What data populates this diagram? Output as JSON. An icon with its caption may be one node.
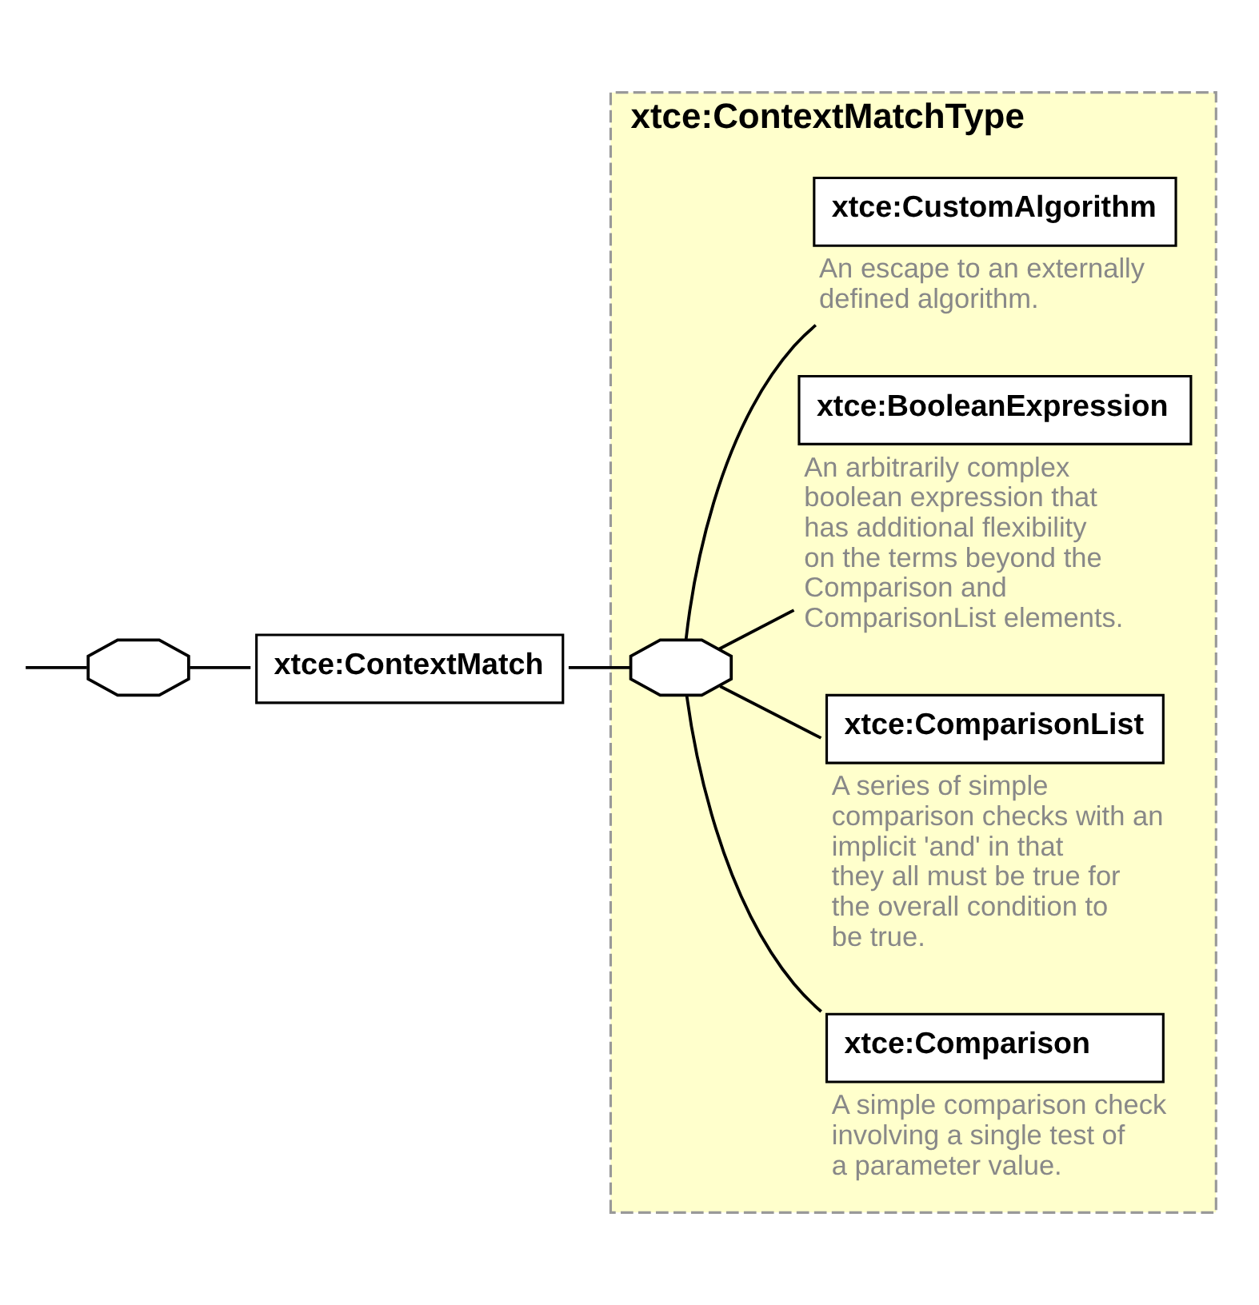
{
  "diagram": {
    "nodes": [
      {
        "text": [],
        "shape": "octagon"
      },
      {
        "text": [
          "xtce:ContextMatch"
        ]
      },
      {
        "text": [
          "xtce:ContextMatchType"
        ]
      },
      {
        "text": [],
        "shape": "octagon",
        "in": 2
      },
      {
        "text": [
          "xtce:Comparison"
        ],
        "in": 2,
        "beside": [
          "A simple comparison check involving a single test of a parameter value."
        ]
      },
      {
        "text": [
          "xtce:ComparisonList"
        ],
        "in": 2,
        "beside": [
          "A series of simple comparison checks with an implicit 'and' in that they all must be true for the overall condition to be true."
        ]
      },
      {
        "text": [
          "xtce:BooleanExpression"
        ],
        "in": 2,
        "beside": [
          "An arbitrarily complex boolean expression that has additional flexibility on the terms beyond the Comparison and ComparisonList elements."
        ]
      },
      {
        "text": [
          "xtce:CustomAlgorithm"
        ],
        "in": 2,
        "beside": [
          "An escape to an externally defined algorithm."
        ]
      }
    ],
    "edges": [
      {
        "from": null,
        "to": 0,
        "arrow": "none"
      },
      {
        "from": 0,
        "to": 1,
        "arrow": "none"
      },
      {
        "from": 1,
        "to": 3,
        "arrow": "none"
      },
      {
        "from": 3,
        "to": 4,
        "arrow": "none"
      },
      {
        "from": 3,
        "to": 5,
        "arrow": "none"
      },
      {
        "from": 3,
        "to": 6,
        "arrow": "none"
      },
      {
        "from": 3,
        "to": 7,
        "arrow": "none"
      }
    ]
  }
}
